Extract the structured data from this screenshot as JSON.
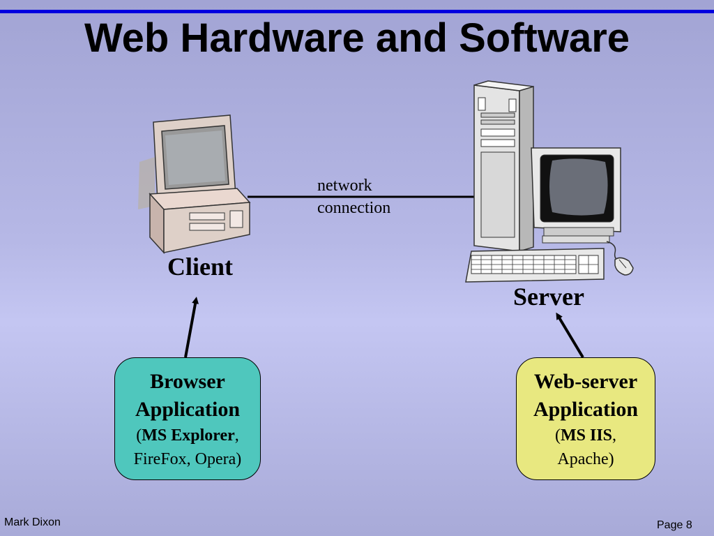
{
  "slide": {
    "title": "Web Hardware and Software",
    "accent_bar_color": "#0000e0"
  },
  "diagram": {
    "network_label_line1": "network",
    "network_label_line2": "connection",
    "client_label": "Client",
    "server_label": "Server",
    "client_box": {
      "line1": "Browser",
      "line2": "Application",
      "line3_open": "(",
      "line3_bold": "MS Explorer",
      "line3_tail": ",",
      "line4": "FireFox, Opera)",
      "fill": "#4fc7bd"
    },
    "server_box": {
      "line1": "Web-server",
      "line2": "Application",
      "line3_open": "(",
      "line3_bold": "MS IIS",
      "line3_tail": ",",
      "line4": "Apache)",
      "fill": "#e8e880"
    },
    "icons": [
      "client-computer-icon",
      "server-tower-icon",
      "server-monitor-icon",
      "keyboard-icon",
      "mouse-icon"
    ]
  },
  "footer": {
    "author": "Mark Dixon",
    "page": "Page 8"
  }
}
